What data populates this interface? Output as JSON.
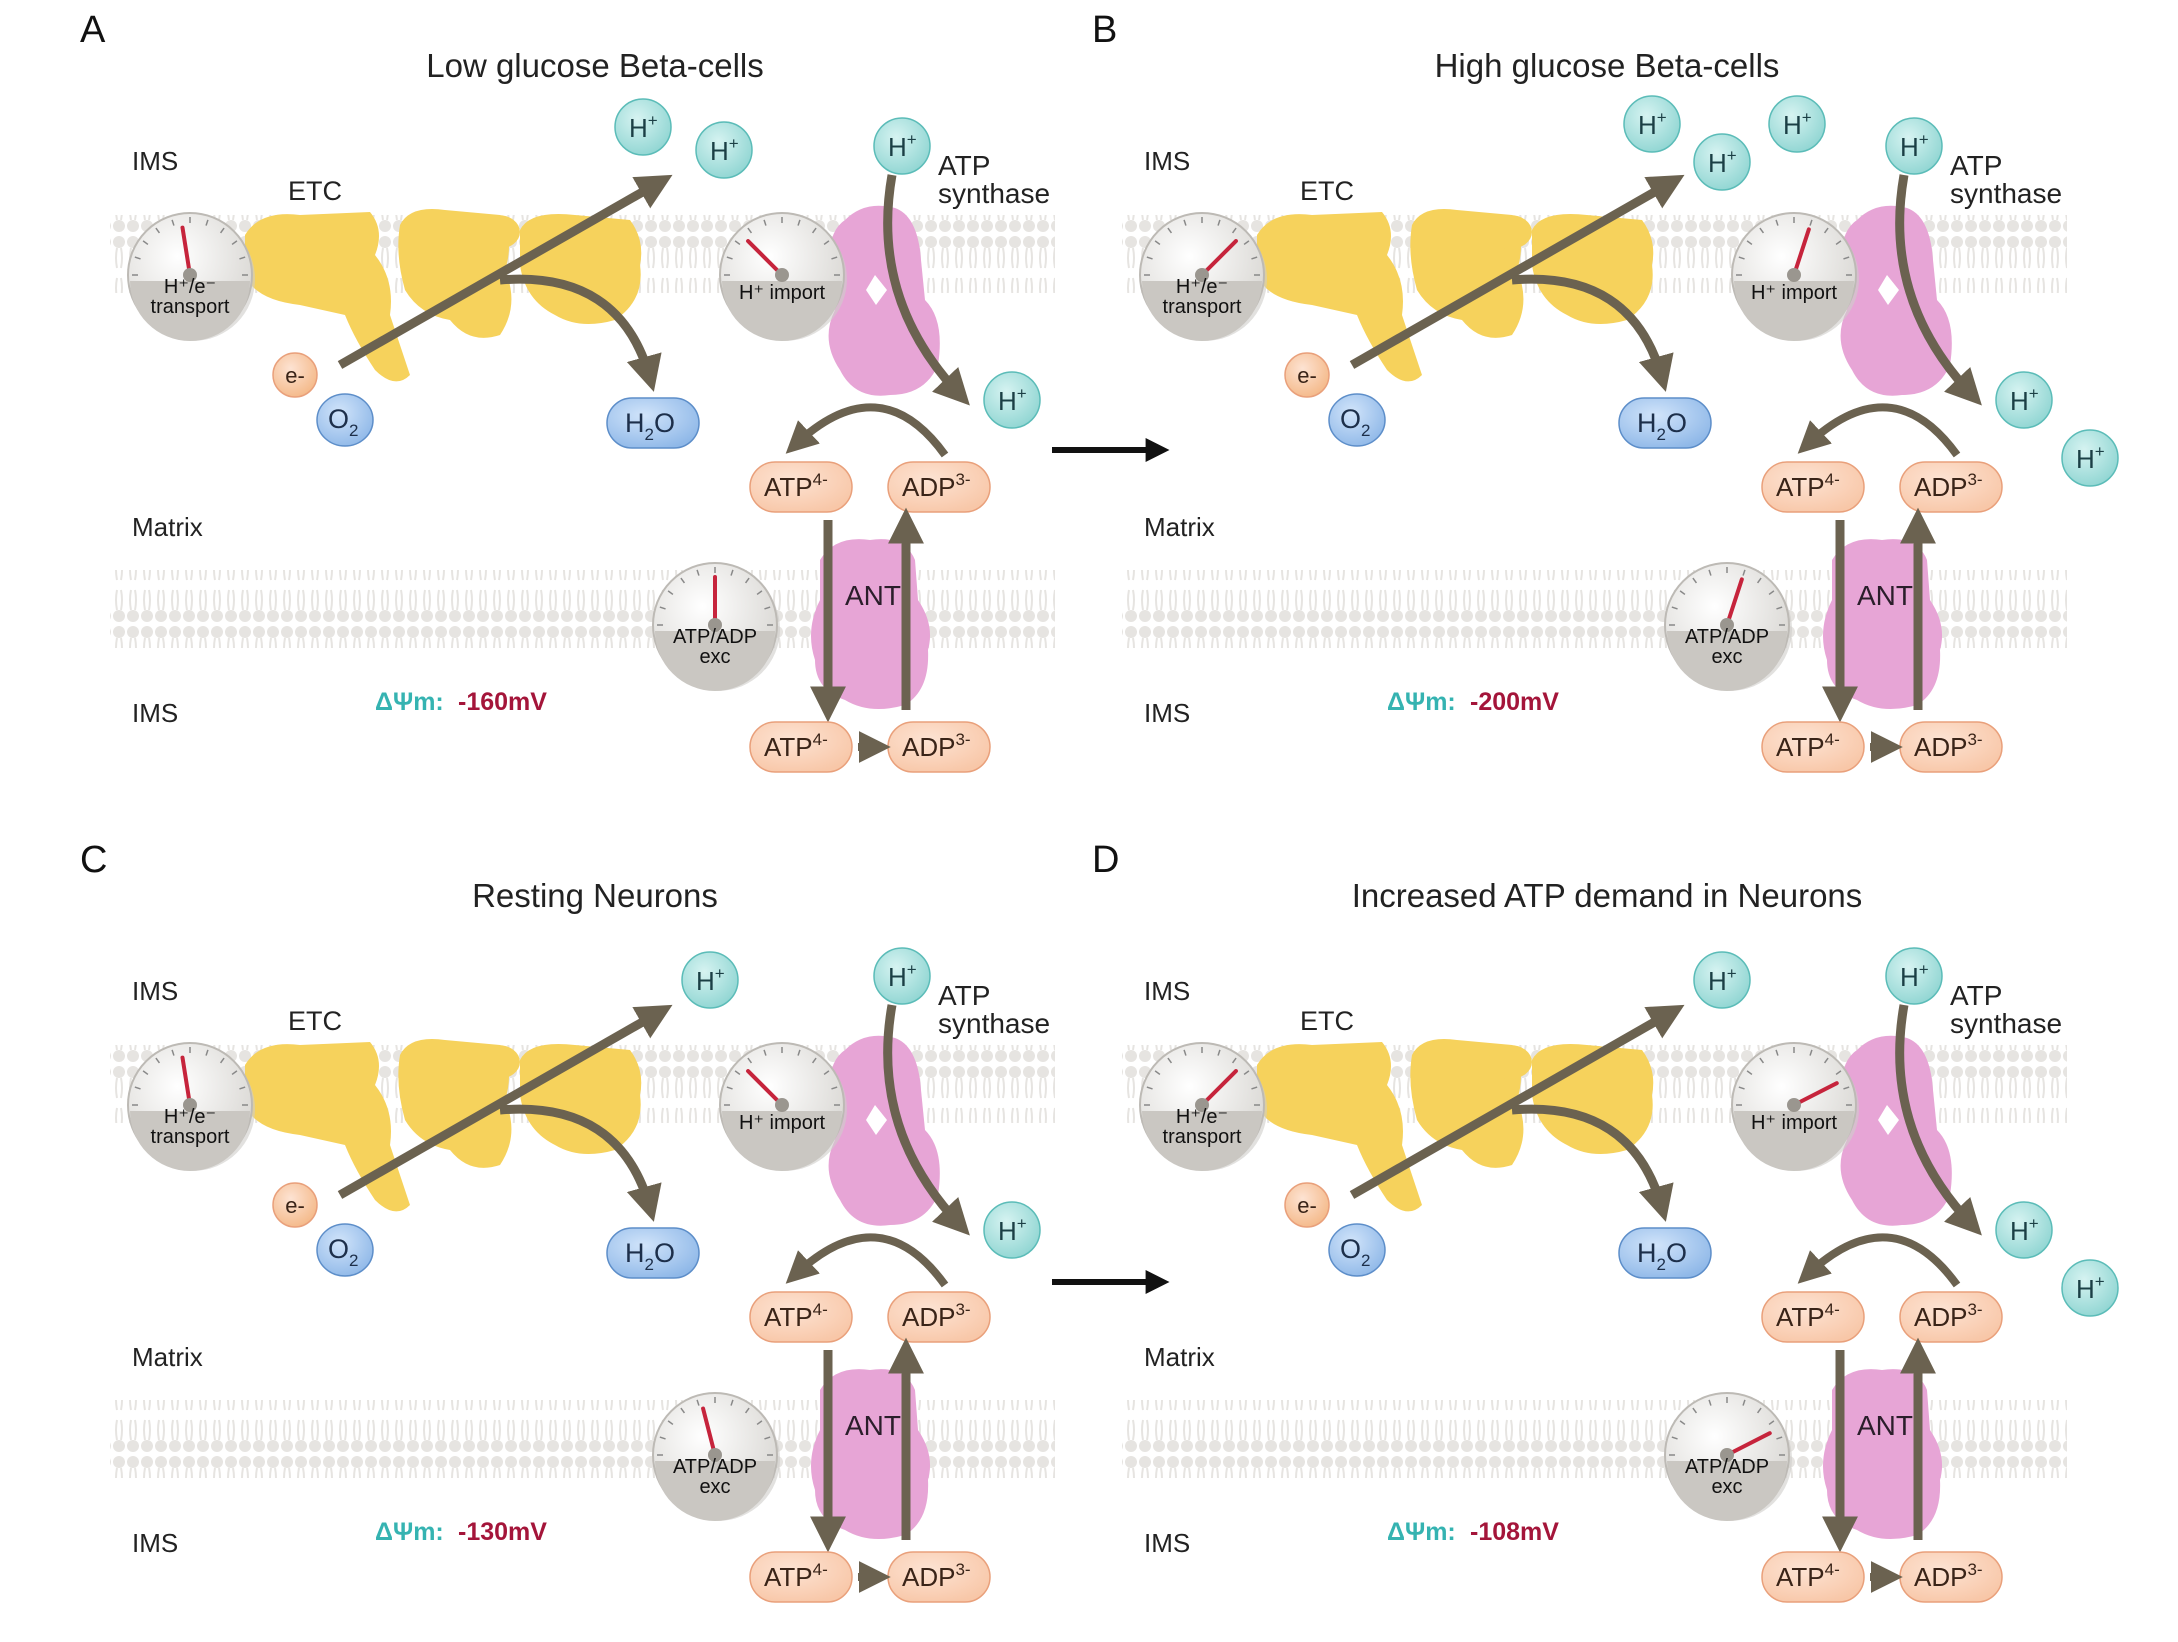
{
  "colors": {
    "membrane": "#e6e4e1",
    "etc": "#f6d25c",
    "atp_synthase": "#e7a5d6",
    "arrow": "#6b6250",
    "hplus_fill": "#8fd5d2",
    "water_fill": "#8fb8e8",
    "pill_fill": "#f8c7a8",
    "psi_label": "#35b3b1",
    "psi_value": "#a4153a"
  },
  "panels": [
    {
      "letter": "A",
      "title": "Low glucose Beta-cells",
      "ims_top": "IMS",
      "etc": "ETC",
      "atp_synthase_line1": "ATP",
      "atp_synthase_line2": "synthase",
      "matrix": "Matrix",
      "ims_bottom": "IMS",
      "gauge1_line1": "H⁺/e⁻",
      "gauge1_line2": "transport",
      "gauge2": "H⁺ import",
      "gauge3_line1": "ATP/ADP",
      "gauge3_line2": "exc",
      "electron": "e-",
      "ant": "ANT",
      "psi_label": "ΔΨm:",
      "psi_value": "-160mV",
      "gauge_levels": [
        0.45,
        0.25,
        0.5
      ],
      "top_hplus_count": 2,
      "bottom_hplus_count": 1
    },
    {
      "letter": "B",
      "title": "High glucose Beta-cells",
      "ims_top": "IMS",
      "etc": "ETC",
      "atp_synthase_line1": "ATP",
      "atp_synthase_line2": "synthase",
      "matrix": "Matrix",
      "ims_bottom": "IMS",
      "gauge1_line1": "H⁺/e⁻",
      "gauge1_line2": "transport",
      "gauge2": "H⁺ import",
      "gauge3_line1": "ATP/ADP",
      "gauge3_line2": "exc",
      "electron": "e-",
      "ant": "ANT",
      "psi_label": "ΔΨm:",
      "psi_value": "-200mV",
      "gauge_levels": [
        0.75,
        0.6,
        0.6
      ],
      "top_hplus_count": 4,
      "bottom_hplus_count": 2
    },
    {
      "letter": "C",
      "title": "Resting Neurons",
      "ims_top": "IMS",
      "etc": "ETC",
      "atp_synthase_line1": "ATP",
      "atp_synthase_line2": "synthase",
      "matrix": "Matrix",
      "ims_bottom": "IMS",
      "gauge1_line1": "H⁺/e⁻",
      "gauge1_line2": "transport",
      "gauge2": "H⁺ import",
      "gauge3_line1": "ATP/ADP",
      "gauge3_line2": "exc",
      "electron": "e-",
      "ant": "ANT",
      "psi_label": "ΔΨm:",
      "psi_value": "-130mV",
      "gauge_levels": [
        0.45,
        0.25,
        0.42
      ],
      "top_hplus_count": 1,
      "bottom_hplus_count": 1
    },
    {
      "letter": "D",
      "title": "Increased ATP demand in Neurons",
      "ims_top": "IMS",
      "etc": "ETC",
      "atp_synthase_line1": "ATP",
      "atp_synthase_line2": "synthase",
      "matrix": "Matrix",
      "ims_bottom": "IMS",
      "gauge1_line1": "H⁺/e⁻",
      "gauge1_line2": "transport",
      "gauge2": "H⁺ import",
      "gauge3_line1": "ATP/ADP",
      "gauge3_line2": "exc",
      "electron": "e-",
      "ant": "ANT",
      "psi_label": "ΔΨm:",
      "psi_value": "-108mV",
      "gauge_levels": [
        0.75,
        0.85,
        0.85
      ],
      "top_hplus_count": 1,
      "bottom_hplus_count": 2
    }
  ]
}
